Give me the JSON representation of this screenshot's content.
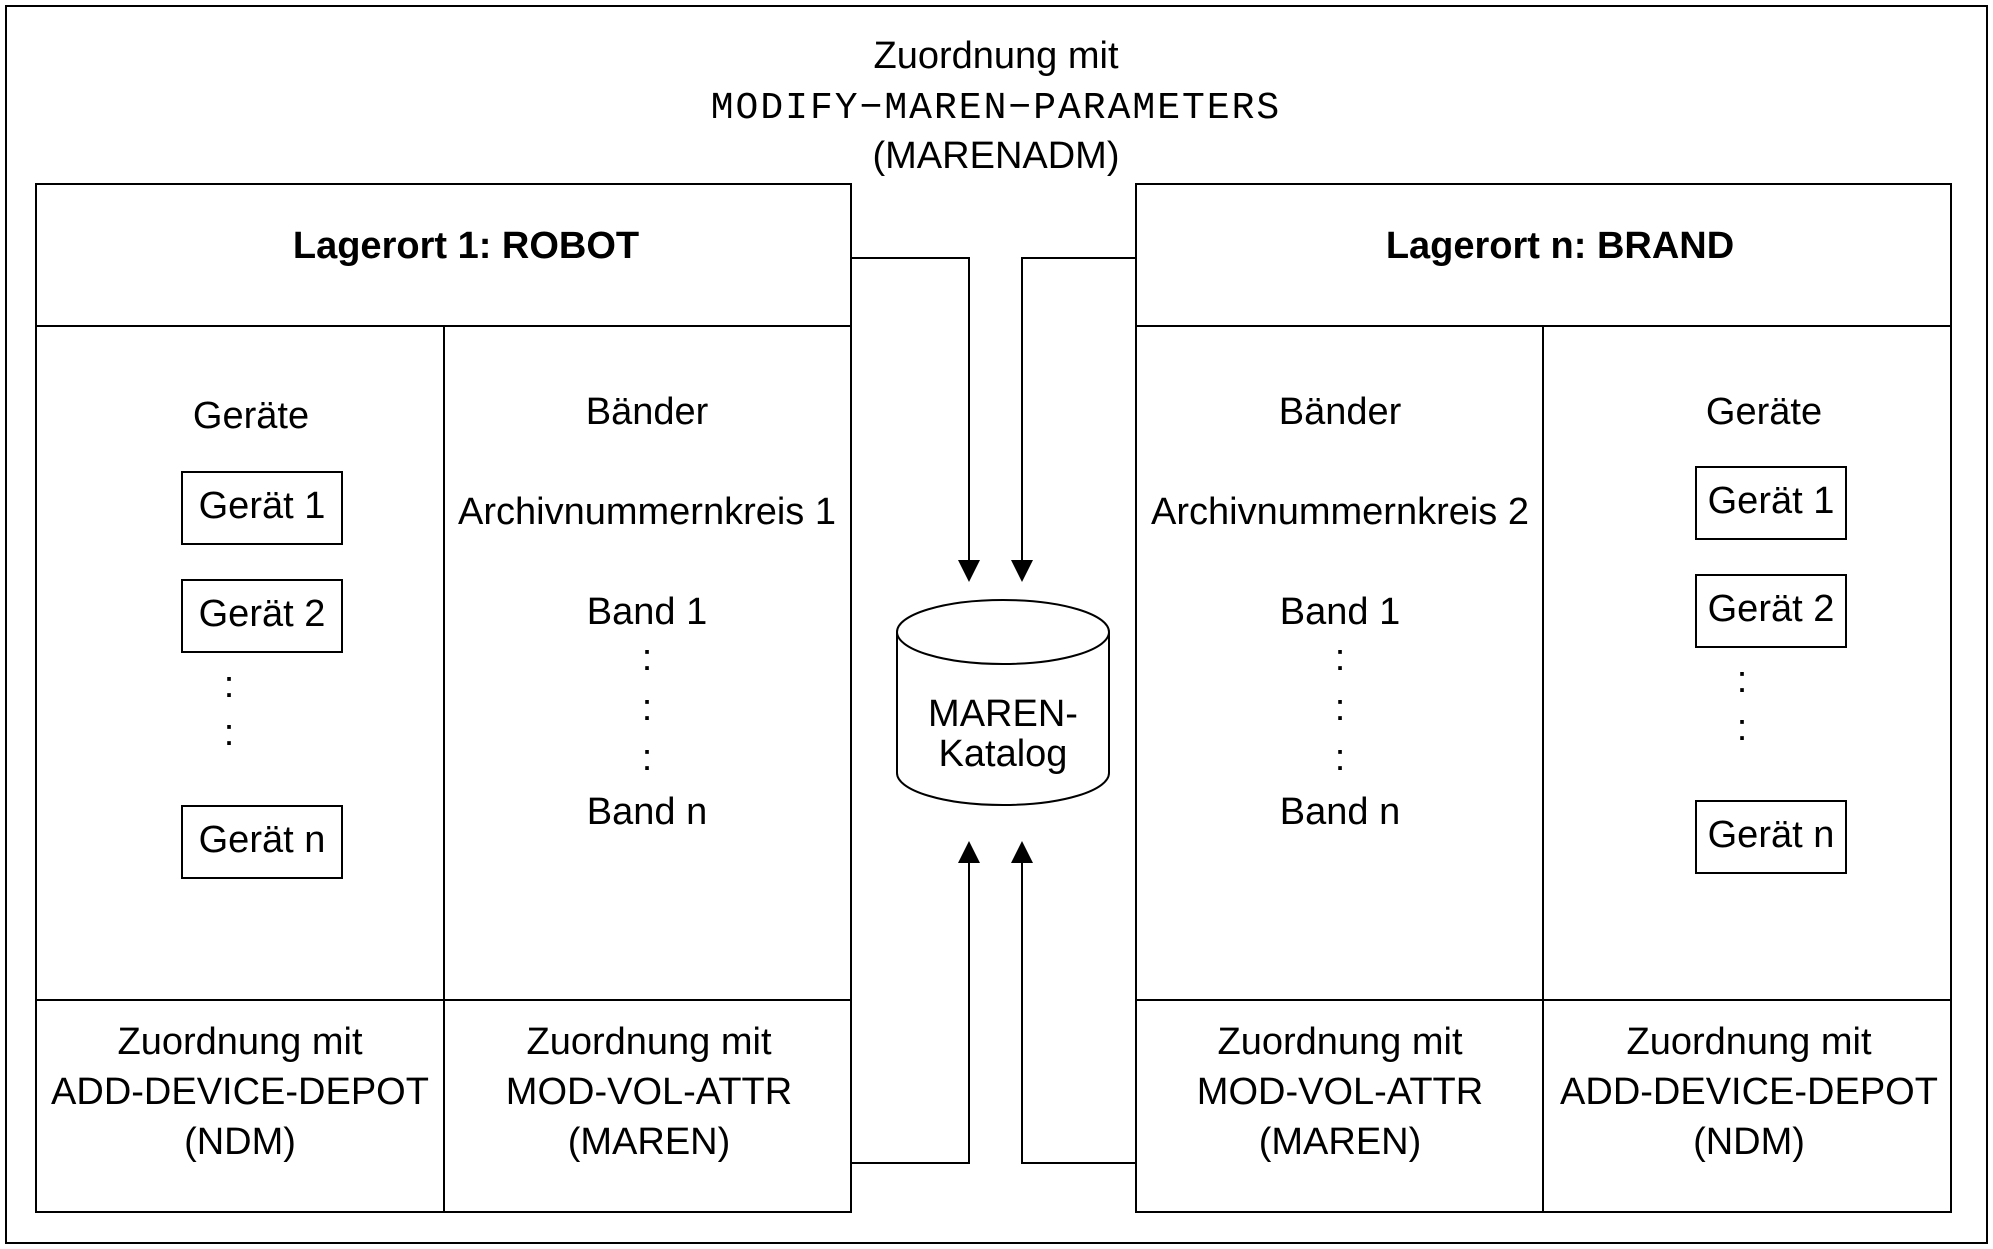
{
  "top": {
    "line1": "Zuordnung mit",
    "line2": "MODIFY−MAREN−PARAMETERS",
    "line3": "(MARENADM)"
  },
  "left_location": {
    "title": "Lagerort 1: ROBOT",
    "devices": {
      "heading": "Geräte",
      "items": [
        "Gerät 1",
        "Gerät 2",
        "Gerät n"
      ],
      "ellipsis": ":",
      "assign_line1": "Zuordnung mit",
      "assign_line2": "ADD-DEVICE-DEPOT",
      "assign_line3": "(NDM)"
    },
    "tapes": {
      "heading": "Bänder",
      "pool": "Archivnummernkreis 1",
      "first": "Band 1",
      "last": "Band n",
      "ellipsis": ":",
      "assign_line1": "Zuordnung mit",
      "assign_line2": "MOD-VOL-ATTR",
      "assign_line3": "(MAREN)"
    }
  },
  "right_location": {
    "title": "Lagerort n: BRAND",
    "tapes": {
      "heading": "Bänder",
      "pool": "Archivnummernkreis 2",
      "first": "Band 1",
      "last": "Band n",
      "ellipsis": ":",
      "assign_line1": "Zuordnung mit",
      "assign_line2": "MOD-VOL-ATTR",
      "assign_line3": "(MAREN)"
    },
    "devices": {
      "heading": "Geräte",
      "items": [
        "Gerät 1",
        "Gerät 2",
        "Gerät n"
      ],
      "ellipsis": ":",
      "assign_line1": "Zuordnung mit",
      "assign_line2": "ADD-DEVICE-DEPOT",
      "assign_line3": "(NDM)"
    }
  },
  "catalog": {
    "line1": "MAREN-",
    "line2": "Katalog"
  }
}
